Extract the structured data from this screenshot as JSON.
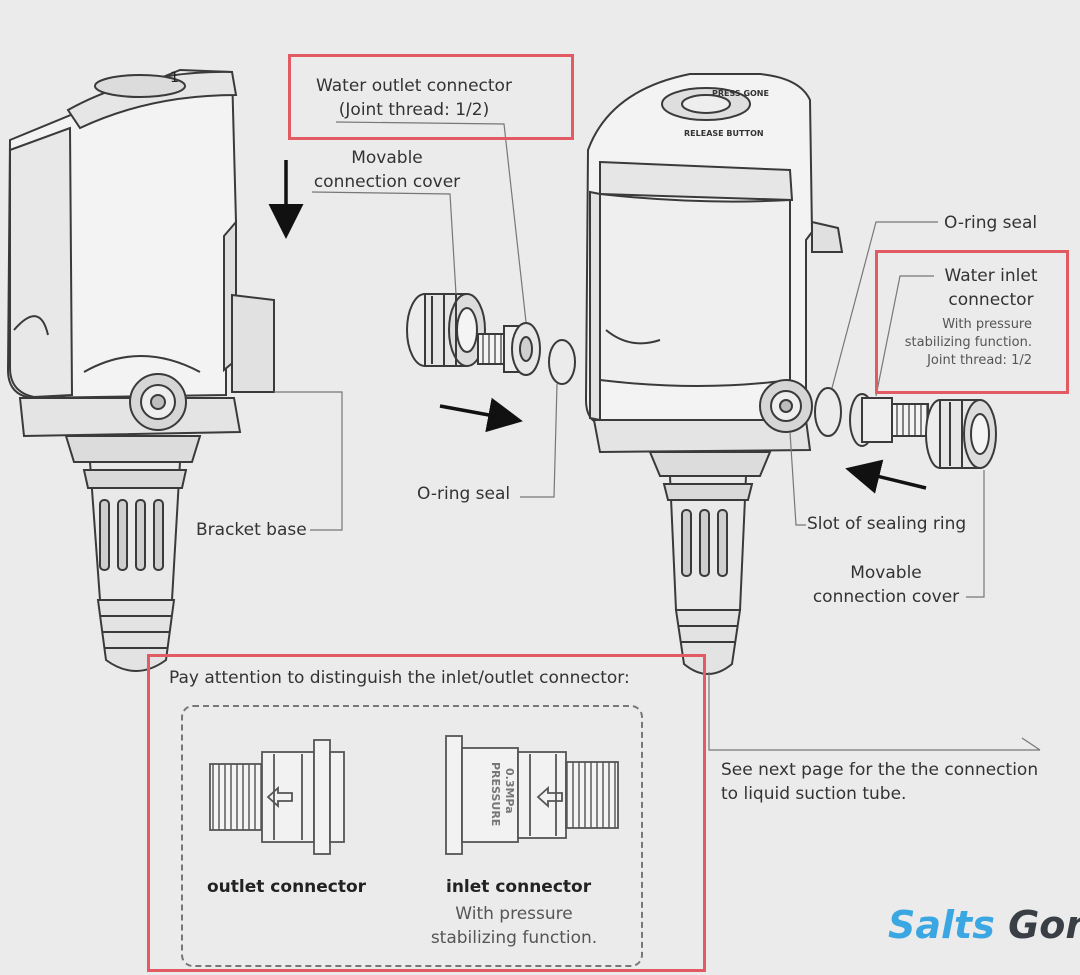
{
  "labels": {
    "outlet_title": "Water outlet connector",
    "outlet_thread": "(Joint thread: 1/2)",
    "movable_cover_top_1": "Movable",
    "movable_cover_top_2": "connection cover",
    "oring_center": "O-ring seal",
    "bracket_base": "Bracket base",
    "oring_right": "O-ring seal",
    "inlet_title_1": "Water inlet",
    "inlet_title_2": "connector",
    "inlet_note_1": "With pressure",
    "inlet_note_2": "stabilizing function.",
    "inlet_note_3": "Joint thread: 1/2",
    "slot_sealing_ring": "Slot of sealing ring",
    "movable_cover_bottom_1": "Movable",
    "movable_cover_bottom_2": "connection cover",
    "next_page_1": "See next page for the the connection",
    "next_page_2": "to liquid suction tube."
  },
  "device_marks": {
    "left_top_mark": "1",
    "right_brand": "PRESS GONE",
    "right_button": "RELEASE BUTTON",
    "pressure_mark_1": "PRESSURE",
    "pressure_mark_2": "0.3MPa"
  },
  "comparison": {
    "heading": "Pay attention to distinguish the inlet/outlet connector:",
    "outlet_label": "outlet connector",
    "inlet_label": "inlet connector",
    "inlet_note_1": "With pressure",
    "inlet_note_2": "stabilizing function."
  },
  "logo": {
    "word1": "Salts",
    "word2": "Gone",
    "registered": "®"
  },
  "colors": {
    "background": "#ebebeb",
    "highlight_red": "#e35b62",
    "line_art": "#3a3a3a",
    "logo_blue": "#3ba7e2",
    "logo_dark": "#3a3f46"
  }
}
